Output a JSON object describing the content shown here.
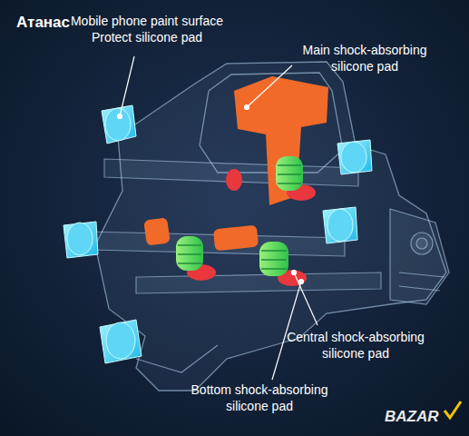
{
  "diagram": {
    "labels": [
      "Атанас",
      "Mobile phone paint surface Protect silicone pad",
      "Main shock-absorbing silicone pad",
      "Central shock-absorbing silicone pad",
      "Bottom shock-absorbing silicone pad",
      "BAZAR"
    ]
  }
}
